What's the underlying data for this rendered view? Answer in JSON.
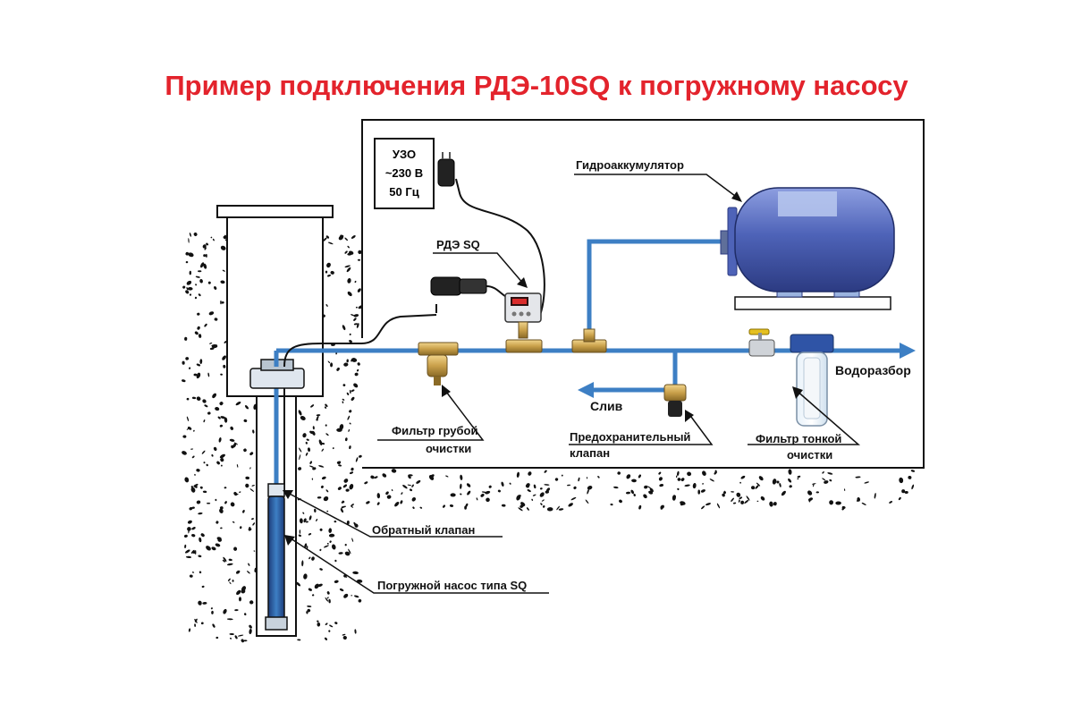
{
  "diagram": {
    "title": "Пример подключения РДЭ-10SQ к погружному насосу",
    "uzo": {
      "line1": "УЗО",
      "line2": "~230 В",
      "line3": "50 Гц"
    },
    "labels": {
      "rde_sq": "РДЭ SQ",
      "accumulator": "Гидроаккумулятор",
      "water_outlet": "Водоразбор",
      "drain": "Слив",
      "coarse_filter_line1": "Фильтр грубой",
      "coarse_filter_line2": "очистки",
      "safety_valve_line1": "Предохранительный",
      "safety_valve_line2": "клапан",
      "fine_filter_line1": "Фильтр тонкой",
      "fine_filter_line2": "очистки",
      "check_valve": "Обратный клапан",
      "pump": "Погружной насос типа SQ"
    },
    "colors": {
      "title": "#e3232c",
      "pipe": "#3d7fc4",
      "tank": "#4a5fb4",
      "brass": "#c9a04a",
      "soil": "#111111"
    }
  }
}
